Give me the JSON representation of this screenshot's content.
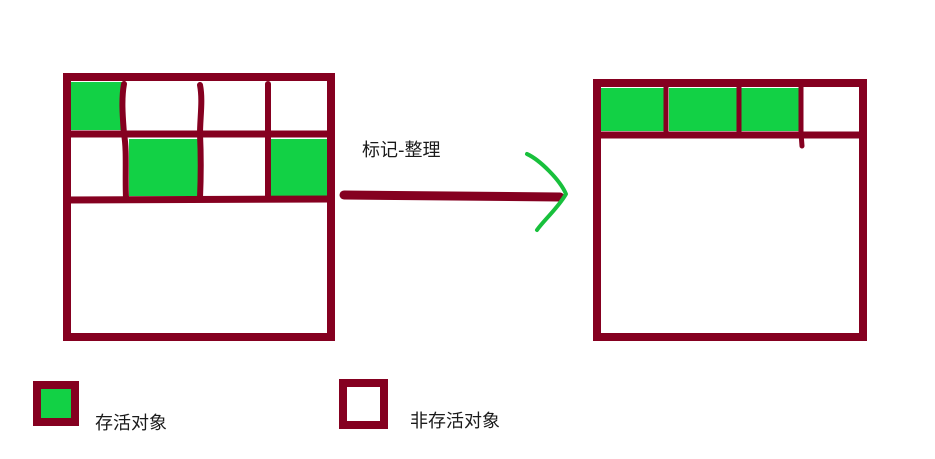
{
  "colors": {
    "border": "#850020",
    "live": "#12d145",
    "empty": "#ffffff",
    "arrow_head": "#18c03c"
  },
  "before": {
    "top_row_cells": [
      "live",
      "empty",
      "empty",
      "empty"
    ],
    "second_row_cells": [
      "empty",
      "live",
      "empty",
      "live"
    ]
  },
  "after": {
    "top_row_cells": [
      "live",
      "live",
      "live",
      "empty"
    ]
  },
  "arrow": {
    "label": "标记-整理"
  },
  "legend": {
    "live_label": "存活对象",
    "dead_label": "非存活对象"
  }
}
